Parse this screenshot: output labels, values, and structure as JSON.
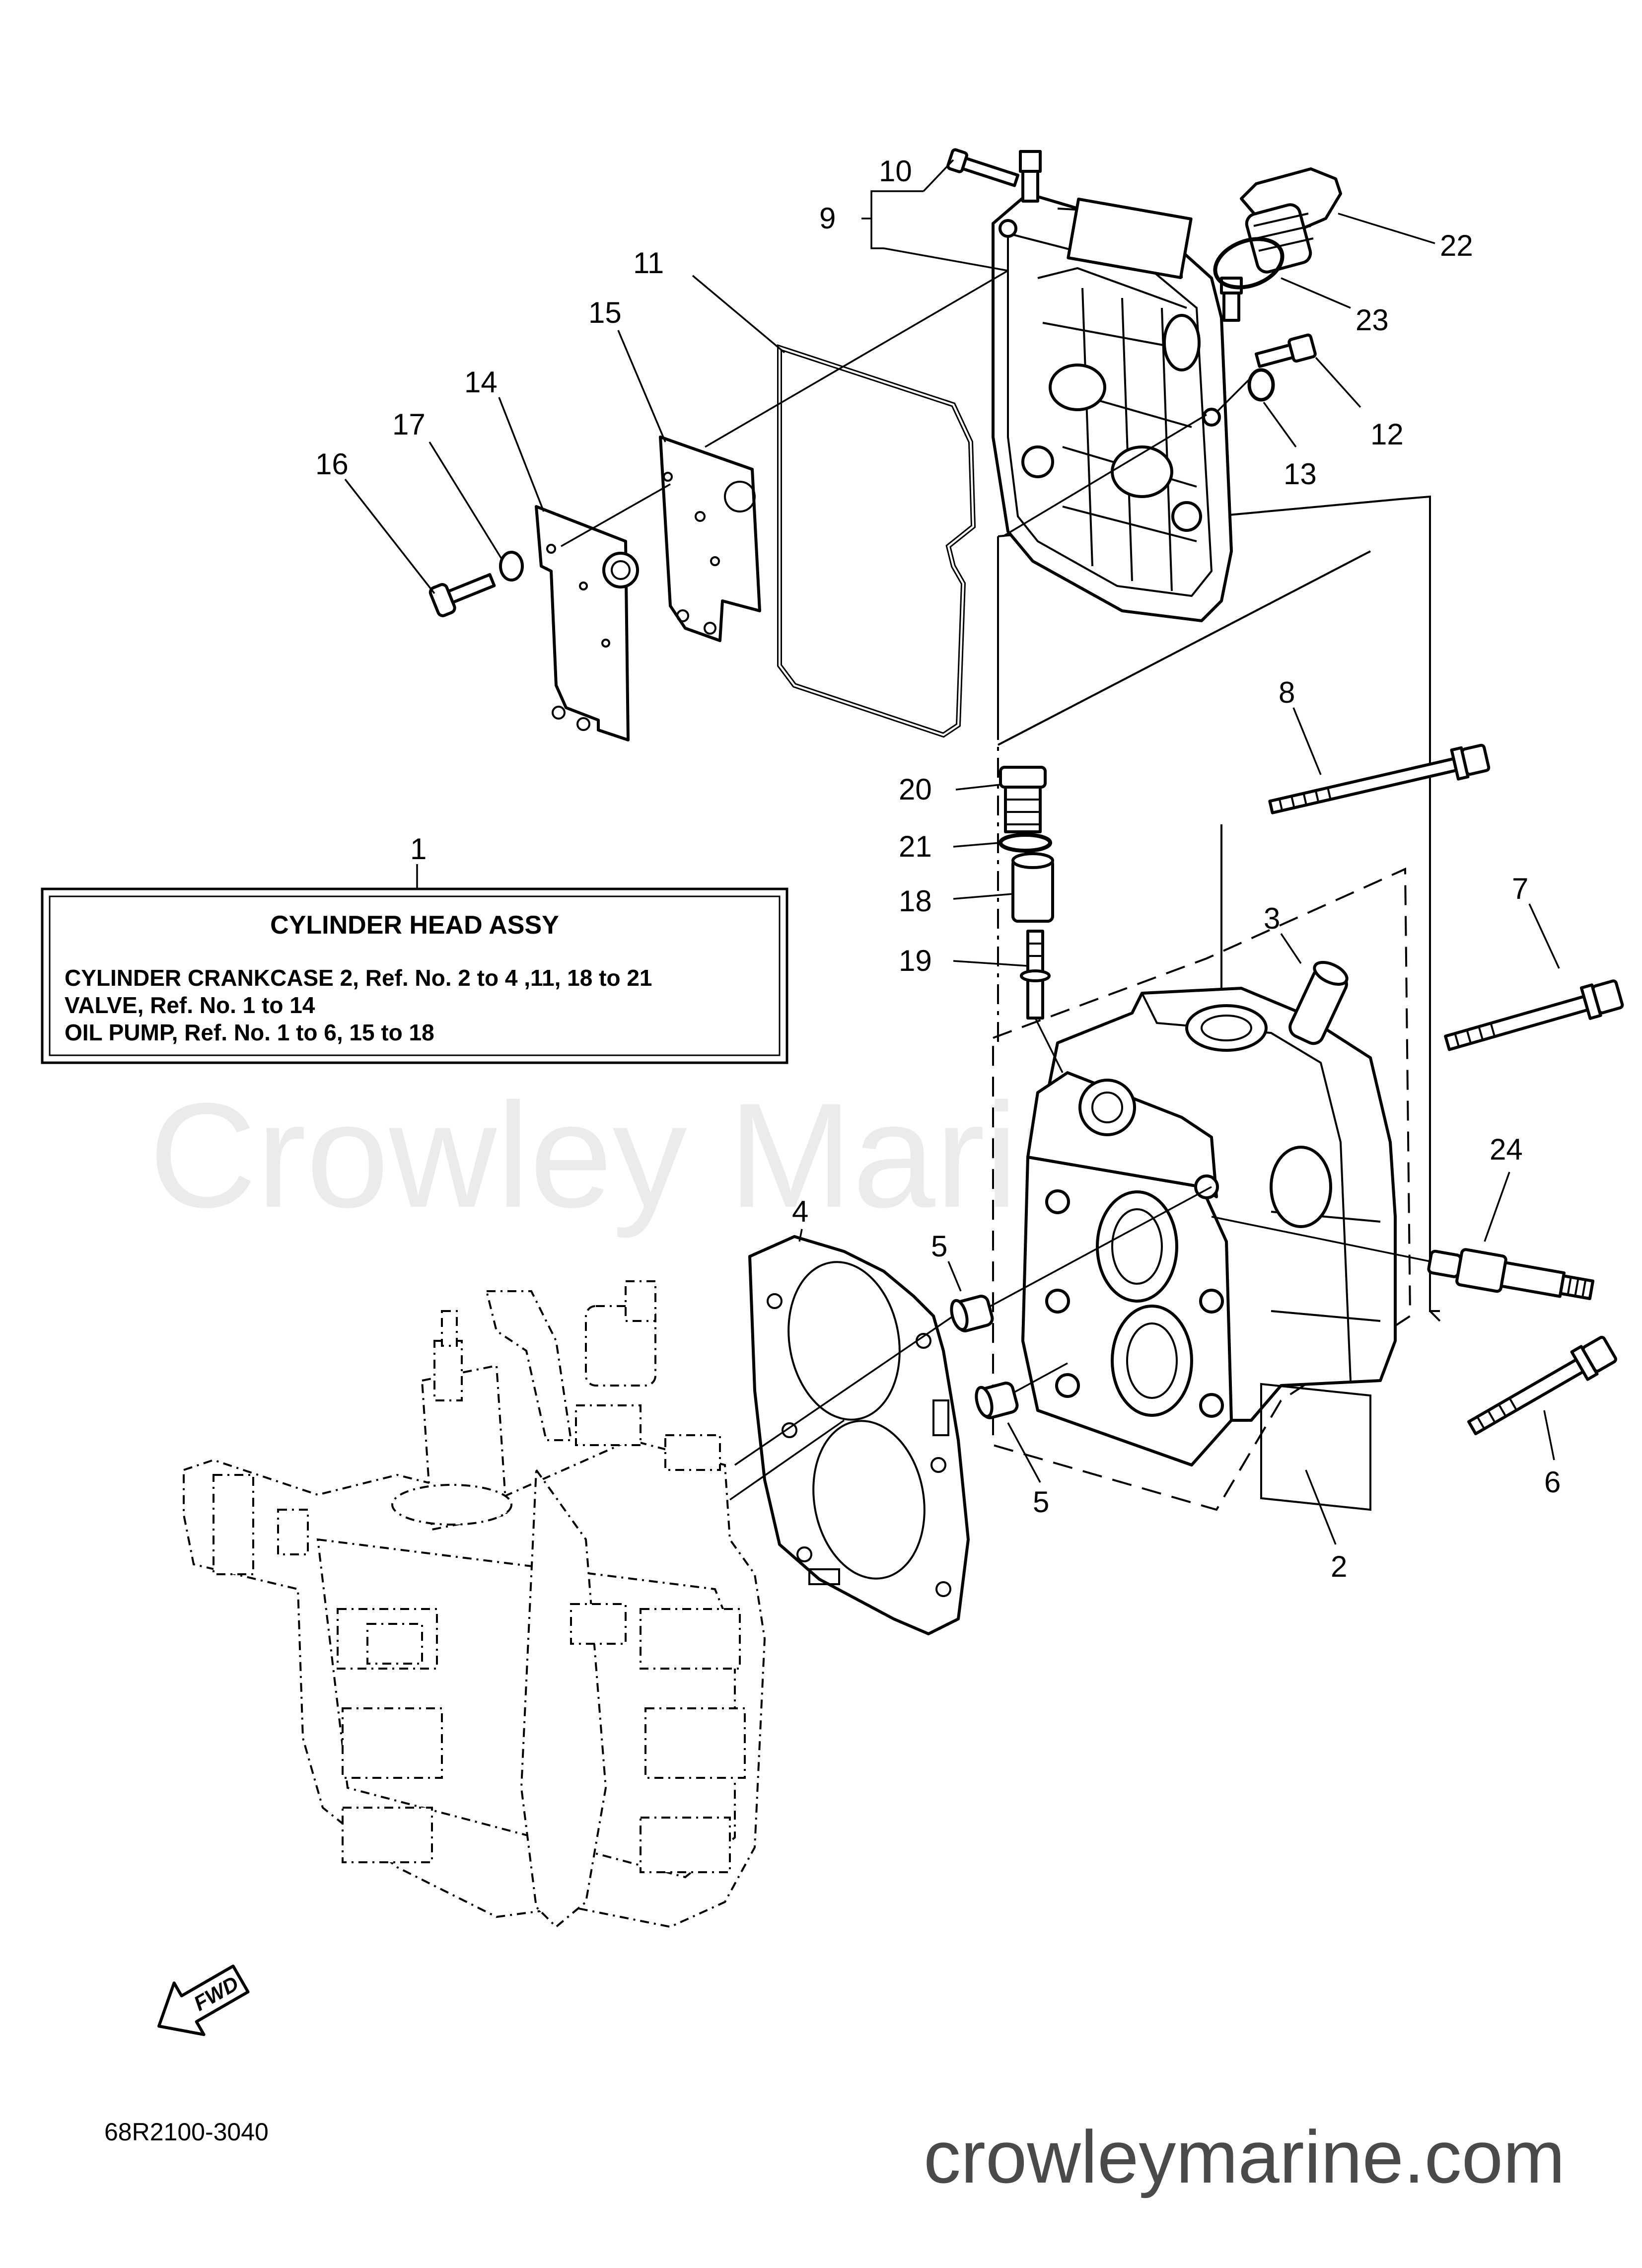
{
  "watermark": "Crowley Marine",
  "website": "crowleymarine.com",
  "diagram_code": "68R2100-3040",
  "fwd_label": "FWD",
  "info_box": {
    "ref": "1",
    "title": "CYLINDER HEAD ASSY",
    "lines": [
      "CYLINDER CRANKCASE 2,  Ref. No. 2 to 4 ,11, 18 to 21",
      "VALVE,  Ref. No. 1 to 14",
      "OIL PUMP,  Ref. No. 1 to 6, 15 to 18"
    ]
  },
  "callouts": [
    "2",
    "3",
    "4",
    "5",
    "5",
    "6",
    "7",
    "8",
    "9",
    "10",
    "11",
    "12",
    "13",
    "14",
    "15",
    "16",
    "17",
    "18",
    "19",
    "20",
    "21",
    "22",
    "23",
    "24"
  ]
}
